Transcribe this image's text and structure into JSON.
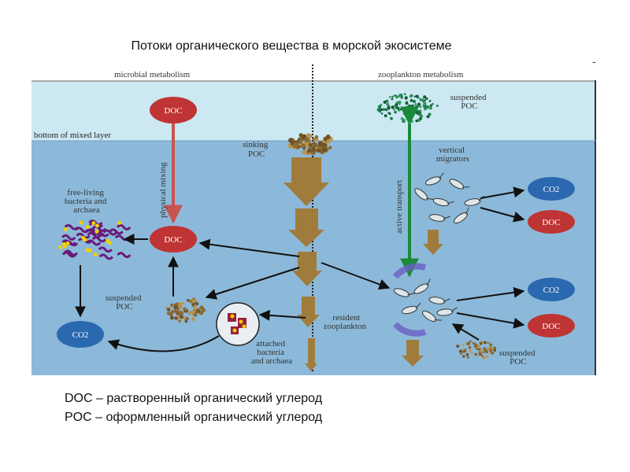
{
  "title": "Потоки органического вещества  в морской экосистеме",
  "header": {
    "left": "microbial metabolism",
    "right": "zooplankton metabolism"
  },
  "labels": {
    "mixed_layer": "bottom of mixed layer",
    "physical_mixing": "physical mixing",
    "active_transport": "active transport",
    "free_living_1": "free-living",
    "free_living_2": "bacteria and",
    "free_living_3": "archaea",
    "suspended_poc_left_1": "suspended",
    "suspended_poc_left_2": "POC",
    "sinking_poc_1": "sinking",
    "sinking_poc_2": "POC",
    "suspended_poc_top_1": "suspended",
    "suspended_poc_top_2": "POC",
    "vertical_migrators_1": "vertical",
    "vertical_migrators_2": "migrators",
    "resident_zoo_1": "resident",
    "resident_zoo_2": "zooplankton",
    "attached_1": "attached",
    "attached_2": "bacteria",
    "attached_3": "and archaea",
    "suspended_poc_br_1": "suspended",
    "suspended_poc_br_2": "POC"
  },
  "nodes": {
    "doc_top": "DOC",
    "doc_mid": "DOC",
    "co2_left": "CO2",
    "co2_right_top": "CO2",
    "doc_right_top": "DOC",
    "co2_right_bottom": "CO2",
    "doc_right_bottom": "DOC"
  },
  "legend": {
    "doc": "DOC – растворенный органический углерод",
    "poc": "POC – оформленный органический углерод"
  },
  "colors": {
    "surface_water": "#cce8f2",
    "deep_water": "#8cb9d9",
    "doc_node": "#bf3434",
    "co2_node": "#2a68b0",
    "sinking_arrow": "#a07c3c",
    "transport_arrow": "#1a8a3a",
    "mixing_arrow": "#c85450"
  }
}
